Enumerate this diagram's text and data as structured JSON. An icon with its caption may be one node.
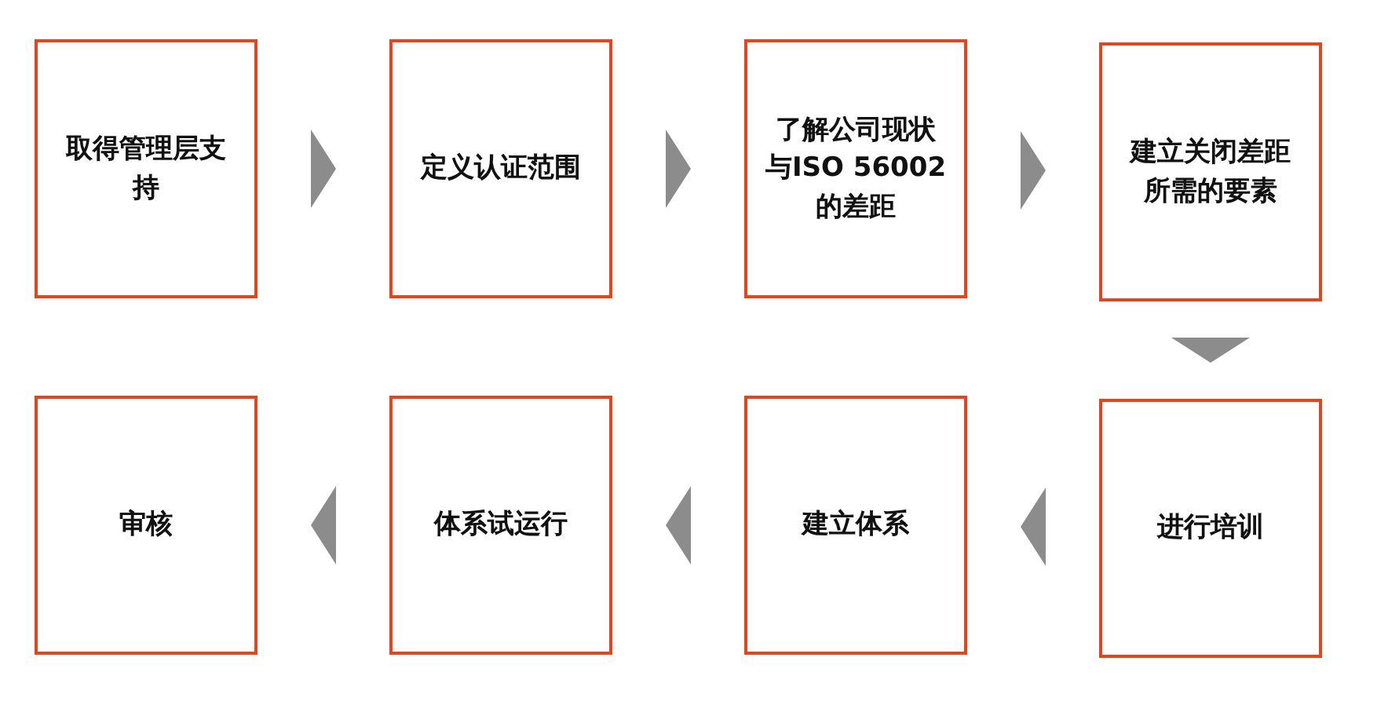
{
  "diagram": {
    "nodes": [
      {
        "text": [
          "取得管理层支持"
        ]
      },
      {
        "text": [
          "定义认证范围"
        ]
      },
      {
        "text": [
          "了解公司现状与ISO 56002的差距"
        ]
      },
      {
        "text": [
          "建立关闭差距所需的要素"
        ]
      },
      {
        "text": [
          "审核"
        ]
      },
      {
        "text": [
          "体系试运行"
        ]
      },
      {
        "text": [
          "建立体系"
        ]
      },
      {
        "text": [
          "进行培训"
        ]
      }
    ],
    "edges": [
      {
        "from": 0,
        "to": 1,
        "arrow": "to"
      },
      {
        "from": 1,
        "to": 2,
        "arrow": "to"
      },
      {
        "from": 2,
        "to": 3,
        "arrow": "to"
      },
      {
        "from": 3,
        "to": 7,
        "arrow": "to"
      },
      {
        "from": 7,
        "to": 6,
        "arrow": "to"
      },
      {
        "from": 6,
        "to": 5,
        "arrow": "to"
      },
      {
        "from": 5,
        "to": 4,
        "arrow": "to"
      }
    ]
  }
}
